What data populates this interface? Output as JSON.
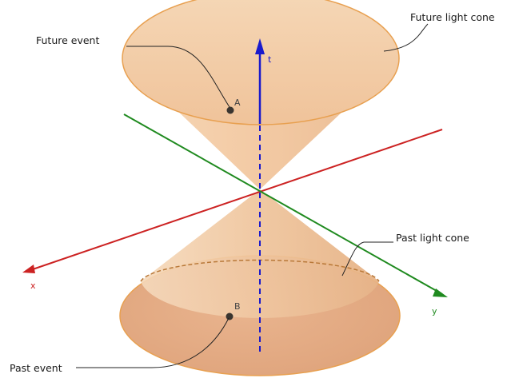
{
  "labels": {
    "future_event": "Future event",
    "future_light_cone": "Future light cone",
    "past_light_cone": "Past light cone",
    "past_event": "Past event"
  },
  "axes": {
    "t": "t",
    "x": "x",
    "y": "y"
  },
  "points": {
    "a": "A",
    "b": "B"
  },
  "colors": {
    "t_axis": "#1a1acc",
    "x_axis": "#cc2222",
    "y_axis": "#1f8a1f",
    "cone_fill": "#f3c79b",
    "cone_edge": "#e8a050",
    "point": "#3a3530"
  }
}
